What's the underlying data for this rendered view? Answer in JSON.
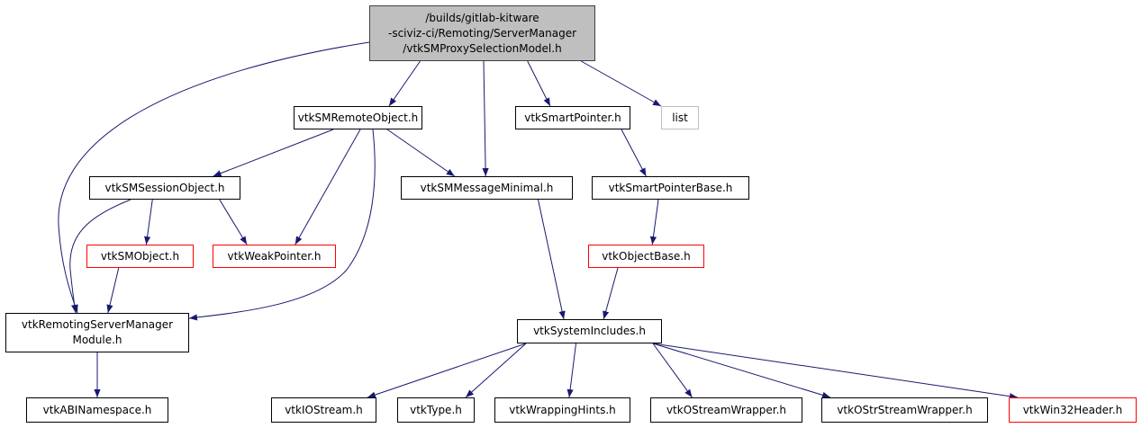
{
  "diagram": {
    "edge_color": "#191970",
    "nodes": {
      "root": {
        "label": "/builds/gitlab-kitware\n-sciviz-ci/Remoting/ServerManager\n/vtkSMProxySelectionModel.h",
        "fill": "#bfbfbf"
      },
      "remote": {
        "label": "vtkSMRemoteObject.h"
      },
      "smartptr": {
        "label": "vtkSmartPointer.h"
      },
      "list": {
        "label": "list",
        "border": "#bfbfbf"
      },
      "session": {
        "label": "vtkSMSessionObject.h"
      },
      "msgmin": {
        "label": "vtkSMMessageMinimal.h"
      },
      "smartbase": {
        "label": "vtkSmartPointerBase.h"
      },
      "smobject": {
        "label": "vtkSMObject.h",
        "border": "#ff0000"
      },
      "weak": {
        "label": "vtkWeakPointer.h",
        "border": "#ff0000"
      },
      "objbase": {
        "label": "vtkObjectBase.h",
        "border": "#ff0000"
      },
      "module": {
        "label": "vtkRemotingServerManager\nModule.h"
      },
      "sysinc": {
        "label": "vtkSystemIncludes.h"
      },
      "abi": {
        "label": "vtkABINamespace.h"
      },
      "iostream": {
        "label": "vtkIOStream.h"
      },
      "type": {
        "label": "vtkType.h"
      },
      "wrap": {
        "label": "vtkWrappingHints.h"
      },
      "ostream": {
        "label": "vtkOStreamWrapper.h"
      },
      "ostrstream": {
        "label": "vtkOStrStreamWrapper.h"
      },
      "win32": {
        "label": "vtkWin32Header.h",
        "border": "#ff0000"
      }
    },
    "edges": [
      [
        "root",
        "remote"
      ],
      [
        "root",
        "msgmin"
      ],
      [
        "root",
        "smartptr"
      ],
      [
        "root",
        "list"
      ],
      [
        "root",
        "module"
      ],
      [
        "remote",
        "session"
      ],
      [
        "remote",
        "msgmin"
      ],
      [
        "remote",
        "weak"
      ],
      [
        "remote",
        "module"
      ],
      [
        "smartptr",
        "smartbase"
      ],
      [
        "session",
        "smobject"
      ],
      [
        "session",
        "weak"
      ],
      [
        "session",
        "module"
      ],
      [
        "msgmin",
        "sysinc"
      ],
      [
        "smartbase",
        "objbase"
      ],
      [
        "objbase",
        "sysinc"
      ],
      [
        "smobject",
        "module"
      ],
      [
        "module",
        "abi"
      ],
      [
        "sysinc",
        "iostream"
      ],
      [
        "sysinc",
        "type"
      ],
      [
        "sysinc",
        "wrap"
      ],
      [
        "sysinc",
        "ostream"
      ],
      [
        "sysinc",
        "ostrstream"
      ],
      [
        "sysinc",
        "win32"
      ]
    ]
  }
}
